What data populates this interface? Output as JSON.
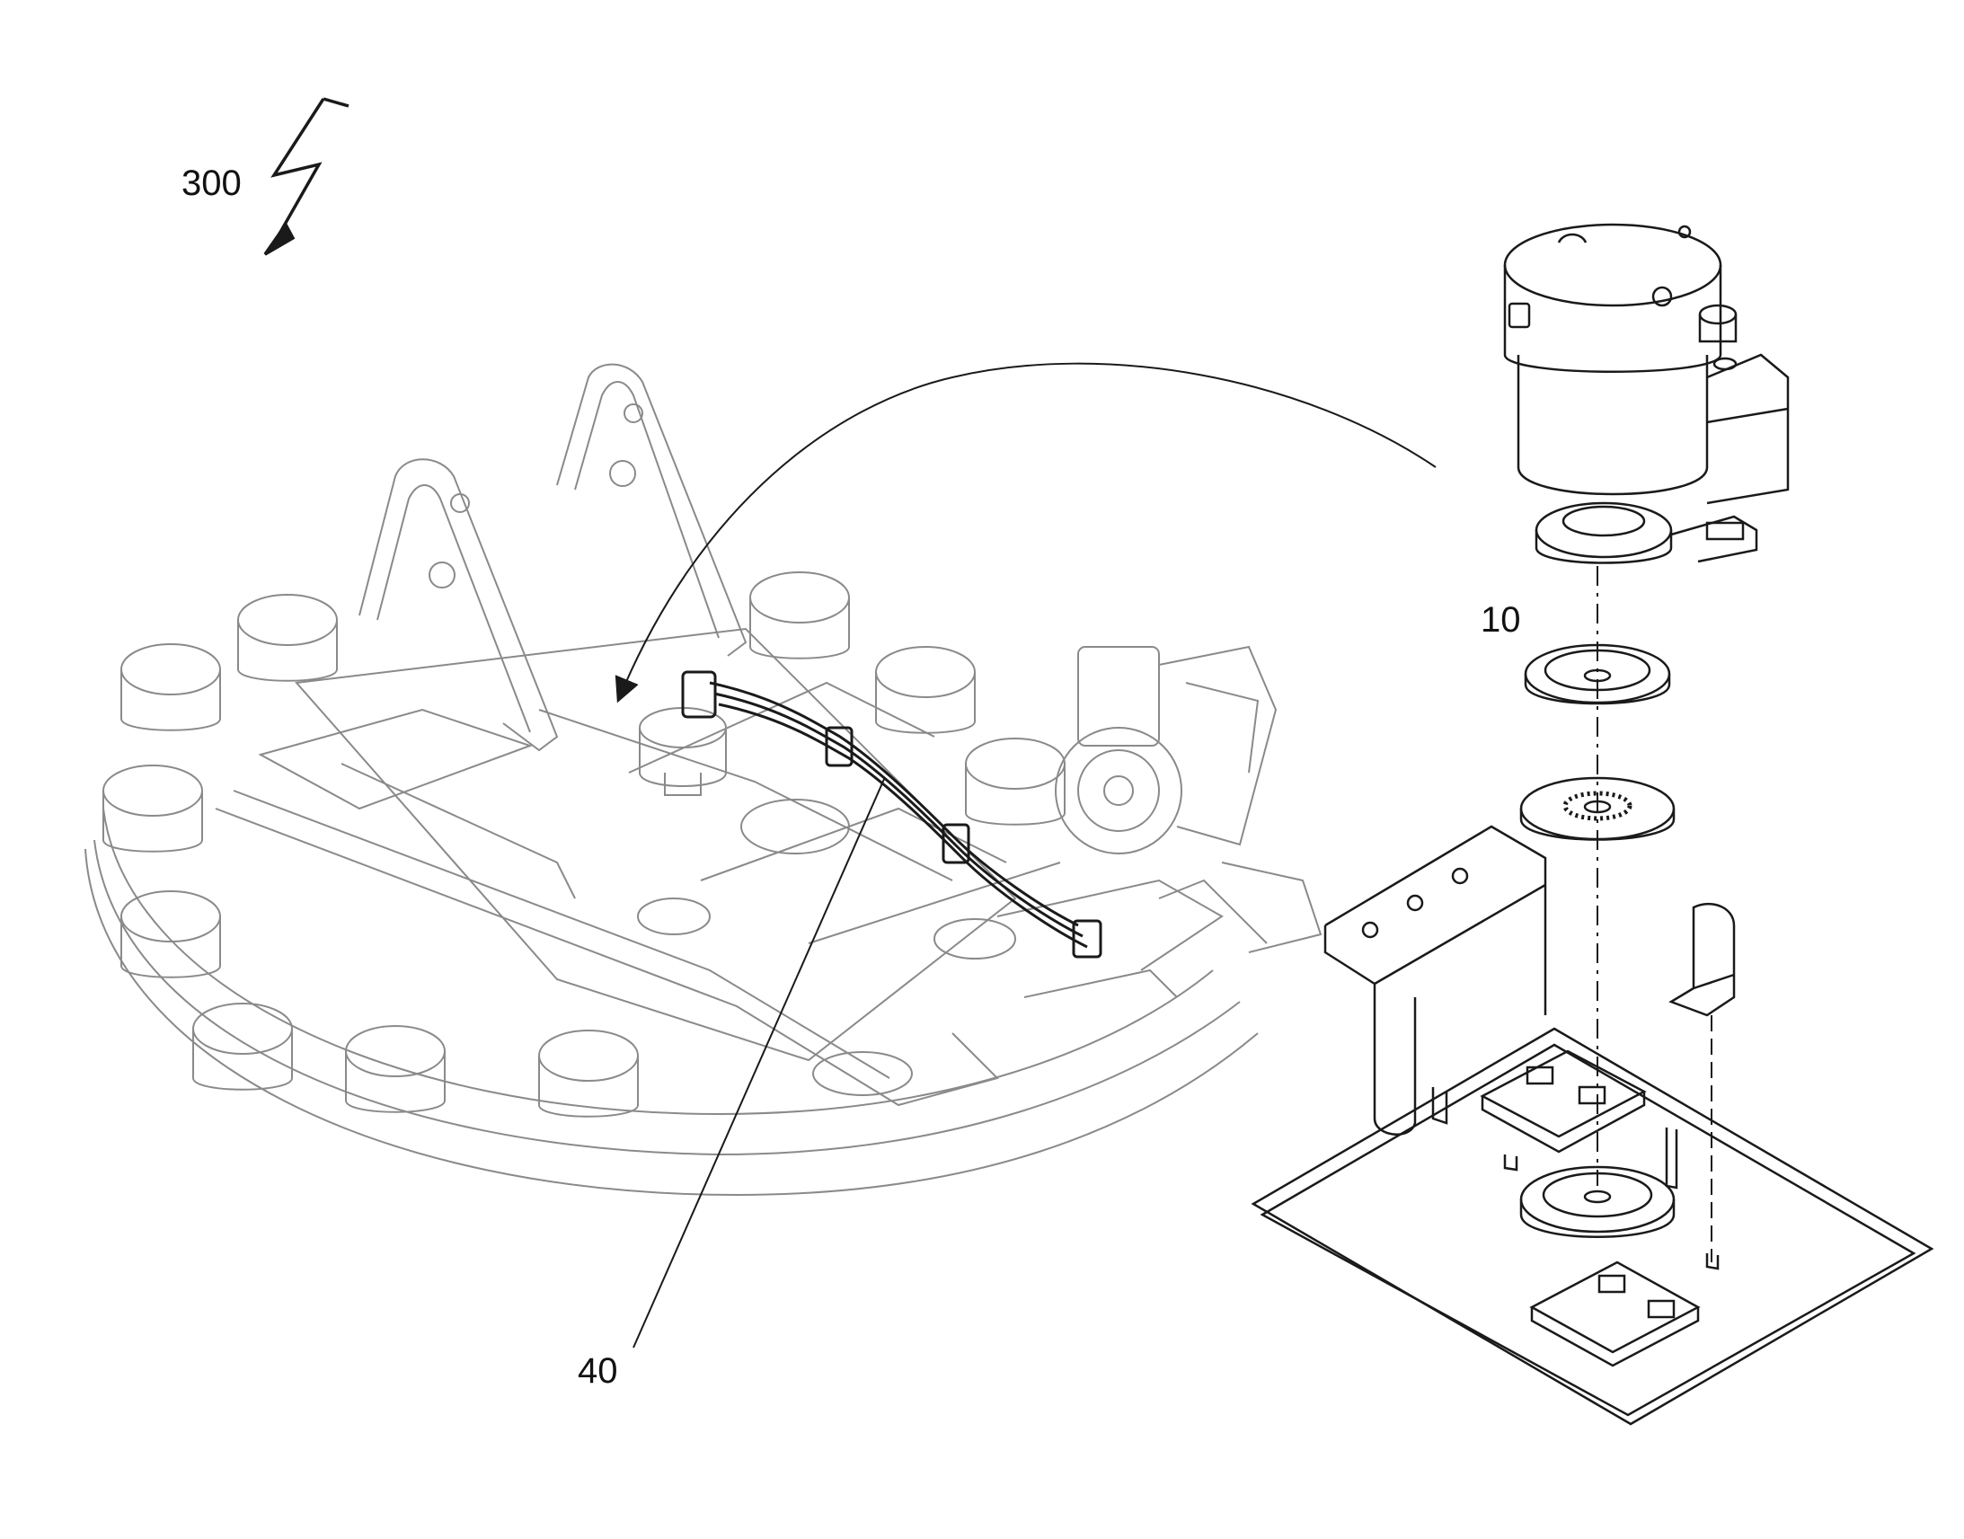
{
  "callouts": {
    "ref_300": "300",
    "ref_10": "10",
    "ref_40": "40"
  },
  "colors": {
    "line": "#1a1a1a",
    "faint_line": "#8a8a8a",
    "background": "#ffffff"
  },
  "icons": {
    "lightning": "lightning-bolt-icon"
  }
}
